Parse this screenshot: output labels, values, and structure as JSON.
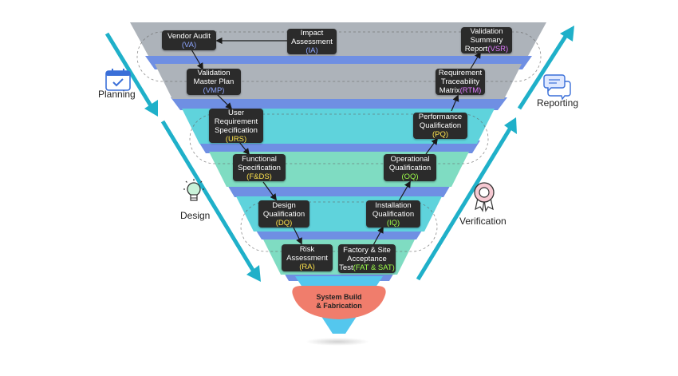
{
  "colors": {
    "gray_band": "#adb3ba",
    "blue_band": "#6f8fe3",
    "cyan_band": "#5fd3dc",
    "mint_band": "#7fdcc2",
    "sky_tip": "#54c7ee",
    "salmon_oval": "#f07d6c",
    "arrow": "#1fb0c9",
    "abbr_blue": "#8ea6ff",
    "abbr_yellow": "#ffe44d",
    "abbr_green": "#9eff4a",
    "abbr_purple": "#e07bff"
  },
  "boxes": {
    "va": {
      "line1": "Vendor Audit",
      "abbr": "(VA)"
    },
    "ia": {
      "line1": "Impact",
      "line2": "Assessment",
      "abbr": "(IA)"
    },
    "vsr": {
      "line1": "Validation",
      "line2": "Summary",
      "line3": "Report",
      "abbr": "(VSR)"
    },
    "vmp": {
      "line1": "Validation",
      "line2": "Master Plan",
      "abbr": "(VMP)"
    },
    "rtm": {
      "line1": "Requirement",
      "line2": "Traceability",
      "line3": "Matrix",
      "abbr": "(RTM)"
    },
    "urs": {
      "line1": "User",
      "line2": "Requirement",
      "line3": "Specification",
      "abbr": "(URS)"
    },
    "pq": {
      "line1": "Performance",
      "line2": "Qualification",
      "abbr": "(PQ)"
    },
    "fds": {
      "line1": "Functional",
      "line2": "Specification",
      "abbr": "(F&DS)"
    },
    "oq": {
      "line1": "Operational",
      "line2": "Qualification",
      "abbr": "(OQ)"
    },
    "dq": {
      "line1": "Design",
      "line2": "Qualification",
      "abbr": "(DQ)"
    },
    "iq": {
      "line1": "Installation",
      "line2": "Qualification",
      "abbr": "(IQ)"
    },
    "ra": {
      "line1": "Risk",
      "line2": "Assessment",
      "abbr": "(RA)"
    },
    "fat": {
      "line1": "Factory & Site",
      "line2": "Acceptance",
      "line3": "Test",
      "abbr": "(FAT & SAT)"
    }
  },
  "center": {
    "line1": "System Build",
    "line2": "& Fabrication"
  },
  "labels": {
    "planning": "Planning",
    "design": "Design",
    "verification": "Verification",
    "reporting": "Reporting"
  },
  "icons": [
    "calendar-icon",
    "lightbulb-icon",
    "award-badge-icon",
    "chat-bubbles-icon"
  ]
}
